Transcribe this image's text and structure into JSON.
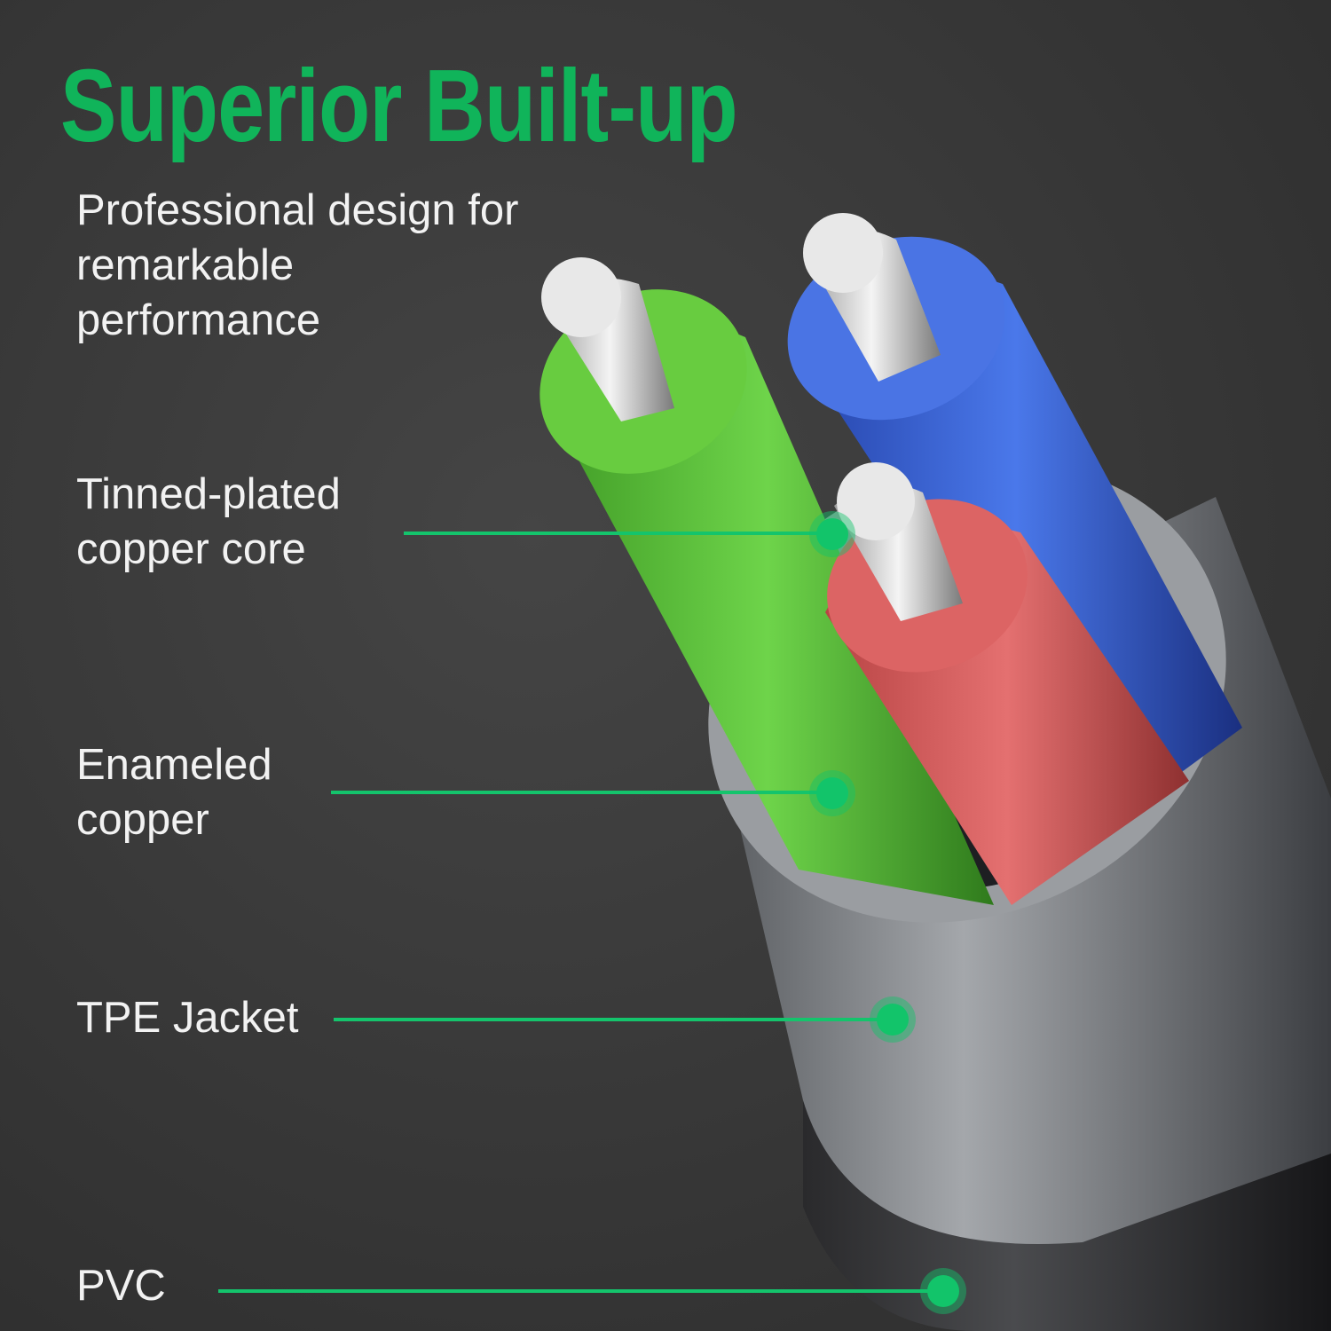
{
  "title": "Superior Built-up",
  "subtitle": "Professional design for remarkable performance",
  "callouts": [
    {
      "label_line1": "Tinned-plated",
      "label_line2": "copper core"
    },
    {
      "label_line1": "Enameled",
      "label_line2": "copper"
    },
    {
      "label_line1": "TPE Jacket",
      "label_line2": ""
    },
    {
      "label_line1": "PVC",
      "label_line2": ""
    }
  ],
  "colors": {
    "accent": "#12c46a",
    "green_wire": "#5cc63a",
    "blue_wire": "#3a64d8",
    "red_wire": "#d65a5a",
    "jacket": "#8c8f93"
  }
}
